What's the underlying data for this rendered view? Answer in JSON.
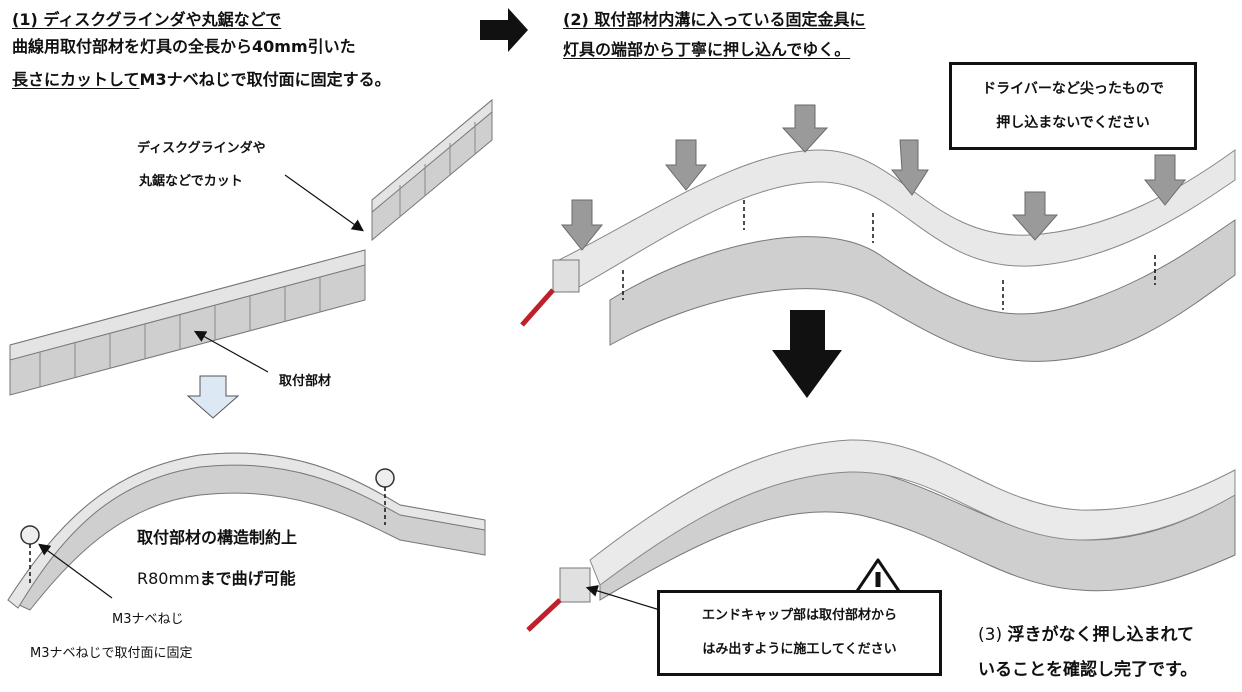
{
  "step1": {
    "line1": "(1) ディスクグラインダや丸鋸などで",
    "line2": "曲線用取付部材を灯具の全長から40mm引いた",
    "line3_underlined": "長さにカットして",
    "line3_rest": "M3ナベねじで取付面に固定する。"
  },
  "step2": {
    "line1": "(2) 取付部材内溝に入っている固定金具に",
    "line2": "灯具の端部から丁寧に押し込んでゆく。"
  },
  "callouts": {
    "cut_line1": "ディスクグラインダや",
    "cut_line2": "丸鋸などでカット",
    "mount": "取付部材",
    "constraint_line1": "取付部材の構造制約上",
    "constraint_line2_pre": "R80mm",
    "constraint_line2_post": "まで曲げ可能",
    "screw": "M3ナベねじ",
    "screw_fix": "M3ナベねじで取付面に固定"
  },
  "warning_box": {
    "line1": "ドライバーなど尖ったもので",
    "line2": "押し込まないでください"
  },
  "endcap_box": {
    "line1": "エンドキャップ部は取付部材から",
    "line2": "はみ出すように施工してください"
  },
  "step3": {
    "line1_pre": "(3)",
    "line1_post": "浮きがなく押し込まれて",
    "line2": "いることを確認し完了です。"
  },
  "colors": {
    "rail": "#c9c9c9",
    "rail_dark": "#8f8f8f",
    "tube": "#e6e6e6",
    "arrow_gray": "#9a9a9a",
    "arrow_light": "#dde8f5",
    "cable_red": "#c0202a"
  }
}
